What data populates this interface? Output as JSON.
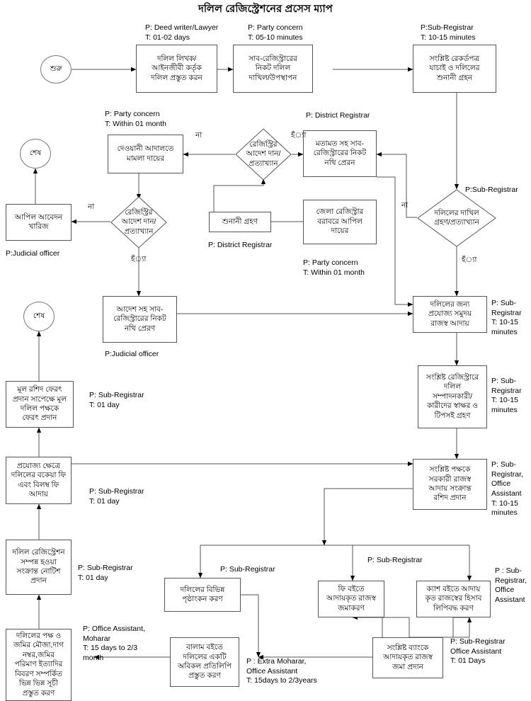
{
  "title": "দলিল রেজিস্ট্রেশনের প্রসেস ম্যাপ",
  "colors": {
    "stroke": "#555555",
    "text": "#000000",
    "background": "#ffffff"
  },
  "terminators": [
    {
      "id": "start",
      "label": "শুরু"
    },
    {
      "id": "end_top",
      "label": "শেষ"
    },
    {
      "id": "end_mid",
      "label": "শেষ"
    }
  ],
  "nodes": [
    {
      "id": "n1",
      "label": "দলিল লিখক/\nআইনজীবী কর্তৃক\nদলিল প্রস্তুত করন"
    },
    {
      "id": "n2",
      "label": "সাব-রেজিস্ট্রারের\nনিকট দলিল\nদাখিল/উপস্থাপন"
    },
    {
      "id": "n3",
      "label": "সংশ্লিষ্ট রেকর্ডপত্র\nযাচাই ও দলিলের\nশুনানী গ্রহন"
    },
    {
      "id": "n4",
      "label": "দেওয়ানী আদালতে\nমামলা দায়ের"
    },
    {
      "id": "n5",
      "label": "মতামত সহ সাব-\nরেজিস্ট্রারের নিকট\nনথি প্রেরন"
    },
    {
      "id": "n6",
      "label": "আপিল আবেদন\nখারিজ"
    },
    {
      "id": "n7",
      "label": "শুনানী গ্রহণ"
    },
    {
      "id": "n8",
      "label": "জেলা রেজিস্ট্রার\nবরাবরে আপিল\nদায়ের"
    },
    {
      "id": "n9",
      "label": "আদেশ সহ সাব-\nরেজিস্ট্রারের নিকট\nনথি প্রেরণ"
    },
    {
      "id": "n10",
      "label": "দলিলের জন্য\nপ্রযোজ্য সমুদয়\nরাজস্ব আদায়"
    },
    {
      "id": "n11",
      "label": "মূল রশিদ ফেরৎ\nপ্রদান সাপেক্ষে মূল\nদলিল পক্ষকে\nফেরৎ প্রদান"
    },
    {
      "id": "n12",
      "label": "সংশ্লিষ্ট রেজিস্ট্রারে\nদলিল\nসম্পাদনকারী/\nকারীদের স্বাক্ষর ও\nটিপসই গ্রহণ"
    },
    {
      "id": "n13",
      "label": "প্রযোজ্য ক্ষেত্রে\nদলিলের বকেয়া ফি\nএবং বিলম্ব ফি\nআদায়"
    },
    {
      "id": "n14",
      "label": "সংশ্লিষ্ট পক্ষকে\nসরকারী রাজস্ব\nআদায় সংক্রান্ত\nরশিদ প্রদান"
    },
    {
      "id": "n15",
      "label": "দলিল রেজিস্ট্রেশন\nসম্পন্ন হওয়া\nসংক্রান্ত নোটিশ\nপ্রদান"
    },
    {
      "id": "n16",
      "label": "দলিলের বিভিন্ন\nপৃষ্ঠাংকন করণ"
    },
    {
      "id": "n17",
      "label": "ফি বইতে\nআদায়কৃত রাজস্ব\nজমাকরণ"
    },
    {
      "id": "n18",
      "label": "ক্যাশ বইতে আদায়\nকৃত রাজস্বের হিসাব\nলিপিবদ্ধ করণ"
    },
    {
      "id": "n19",
      "label": "দলিলের পক্ষ ও\nজমির মৌজা,দাগ\nনম্বর,জমির\nপরিমাণ ইত্যাদির\nবিবরণ সম্পর্কিত\nভিন্ন ভিন্ন সূচী\nপ্রস্তুত করণ"
    },
    {
      "id": "n20",
      "label": "বালাম বইতে\nদলিলের একটি\nঅবিকল প্রতিলিপি\nপ্রস্তুত করণ"
    },
    {
      "id": "n21",
      "label": "সংশ্লিষ্ট ব্যাংকে\nআদায়কৃত রাজস্ব\nজমা প্রদান"
    }
  ],
  "decisions": [
    {
      "id": "d1",
      "label": "রেজিস্ট্রির\nআদেশ দান/\nপ্রত্যাখ্যান"
    },
    {
      "id": "d2",
      "label": "রেজিস্ট্রির\nআদেশ দান/\nপ্রত্যাখ্যান"
    },
    {
      "id": "d3",
      "label": "দলিলের দাখিল\nগ্রহণ/প্রত্যাখ্যান"
    }
  ],
  "annotations": [
    {
      "id": "a1",
      "text": "P: Deed writer/Lawyer\nT: 01-02 days"
    },
    {
      "id": "a2",
      "text": "P: Party concern\nT: 05-10 minutes"
    },
    {
      "id": "a3",
      "text": "P:Sub-Registrar\nT: 10-15 minutes"
    },
    {
      "id": "a4",
      "text": "P: Party concern\nT: Within 01 month"
    },
    {
      "id": "a5",
      "text": "P: District Registrar"
    },
    {
      "id": "a6",
      "text": "P:Sub-Registrar"
    },
    {
      "id": "a7",
      "text": "P:Judicial officer"
    },
    {
      "id": "a8",
      "text": "P: District Registrar"
    },
    {
      "id": "a9",
      "text": "P: Party concern\nT: Within 01 month"
    },
    {
      "id": "a10",
      "text": "P: Sub-\nRegistrar\nT: 10-15\nminutes"
    },
    {
      "id": "a11",
      "text": "P:Judicial officer"
    },
    {
      "id": "a12",
      "text": "P: Sub-Registrar\nT: 01 day"
    },
    {
      "id": "a13",
      "text": "P: Sub-\nRegistrar\nT: 10-15\nminutes"
    },
    {
      "id": "a14",
      "text": "P: Sub-Registrar\nT: 01 day"
    },
    {
      "id": "a15",
      "text": "P: Sub-\nRegistrar,\nOffice\nAssistant\nT: 10-15\nminutes"
    },
    {
      "id": "a16",
      "text": "P: Sub-Registrar\nT: 01 day"
    },
    {
      "id": "a17",
      "text": "P: Sub-Registrar"
    },
    {
      "id": "a18",
      "text": "P: Sub-Registrar"
    },
    {
      "id": "a19",
      "text": "P : Sub-\nRegistrar,\nOffice\nAssistant"
    },
    {
      "id": "a20",
      "text": "P: Office Assistant,\nMoharar\nT: 15 days to 2/3\nmonth"
    },
    {
      "id": "a21",
      "text": "P : Extra Moharar,\nOffice Assistant\nT: 15days to 2/3years"
    },
    {
      "id": "a22",
      "text": "P: Sub-Registrar\nOffice Assistant\nT: 01 Days"
    }
  ],
  "edge_labels": [
    {
      "id": "e1",
      "text": "না"
    },
    {
      "id": "e2",
      "text": "হঁ্যা"
    },
    {
      "id": "e3",
      "text": "না"
    },
    {
      "id": "e4",
      "text": "হঁ্যা"
    },
    {
      "id": "e5",
      "text": "না"
    },
    {
      "id": "e6",
      "text": "হঁ্যা"
    }
  ]
}
